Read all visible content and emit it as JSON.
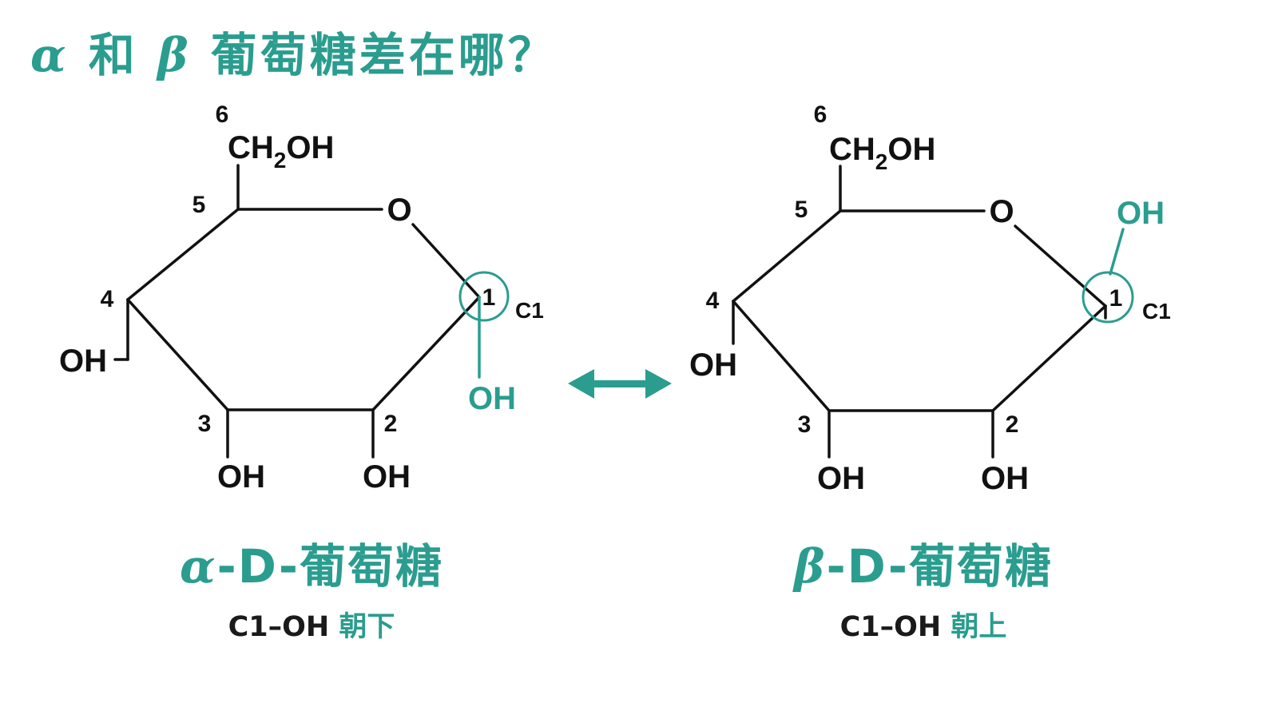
{
  "colors": {
    "accent": "#2a9d8f",
    "ink": "#111111",
    "background": "#ffffff"
  },
  "title": {
    "alpha": "α",
    "he": "和",
    "beta": "β",
    "rest": "葡萄糖差在哪？"
  },
  "alpha": {
    "c6_number": "6",
    "ch2oh_ch": "CH",
    "ch2oh_sub": "2",
    "ch2oh_oh": "OH",
    "ring_oxygen": "O",
    "n1": "1",
    "n2": "2",
    "n3": "3",
    "n4": "4",
    "n5": "5",
    "c1_label": "C1",
    "oh_c1": "OH",
    "oh_c2": "OH",
    "oh_c3": "OH",
    "oh_c4": "OH",
    "name_greek": "α",
    "name_rest": "-D-葡萄糖",
    "sub_code": "C1–OH",
    "sub_text": "朝下"
  },
  "beta": {
    "c6_number": "6",
    "ch2oh_ch": "CH",
    "ch2oh_sub": "2",
    "ch2oh_oh": "OH",
    "ring_oxygen": "O",
    "n1": "1",
    "n2": "2",
    "n3": "3",
    "n4": "4",
    "n5": "5",
    "c1_label": "C1",
    "oh_c1": "OH",
    "oh_c2": "OH",
    "oh_c3": "OH",
    "oh_c4": "OH",
    "name_greek": "β",
    "name_rest": "-D-葡萄糖",
    "sub_code": "C1–OH",
    "sub_text": "朝上"
  },
  "connector": {
    "icon": "double-arrow-icon"
  }
}
